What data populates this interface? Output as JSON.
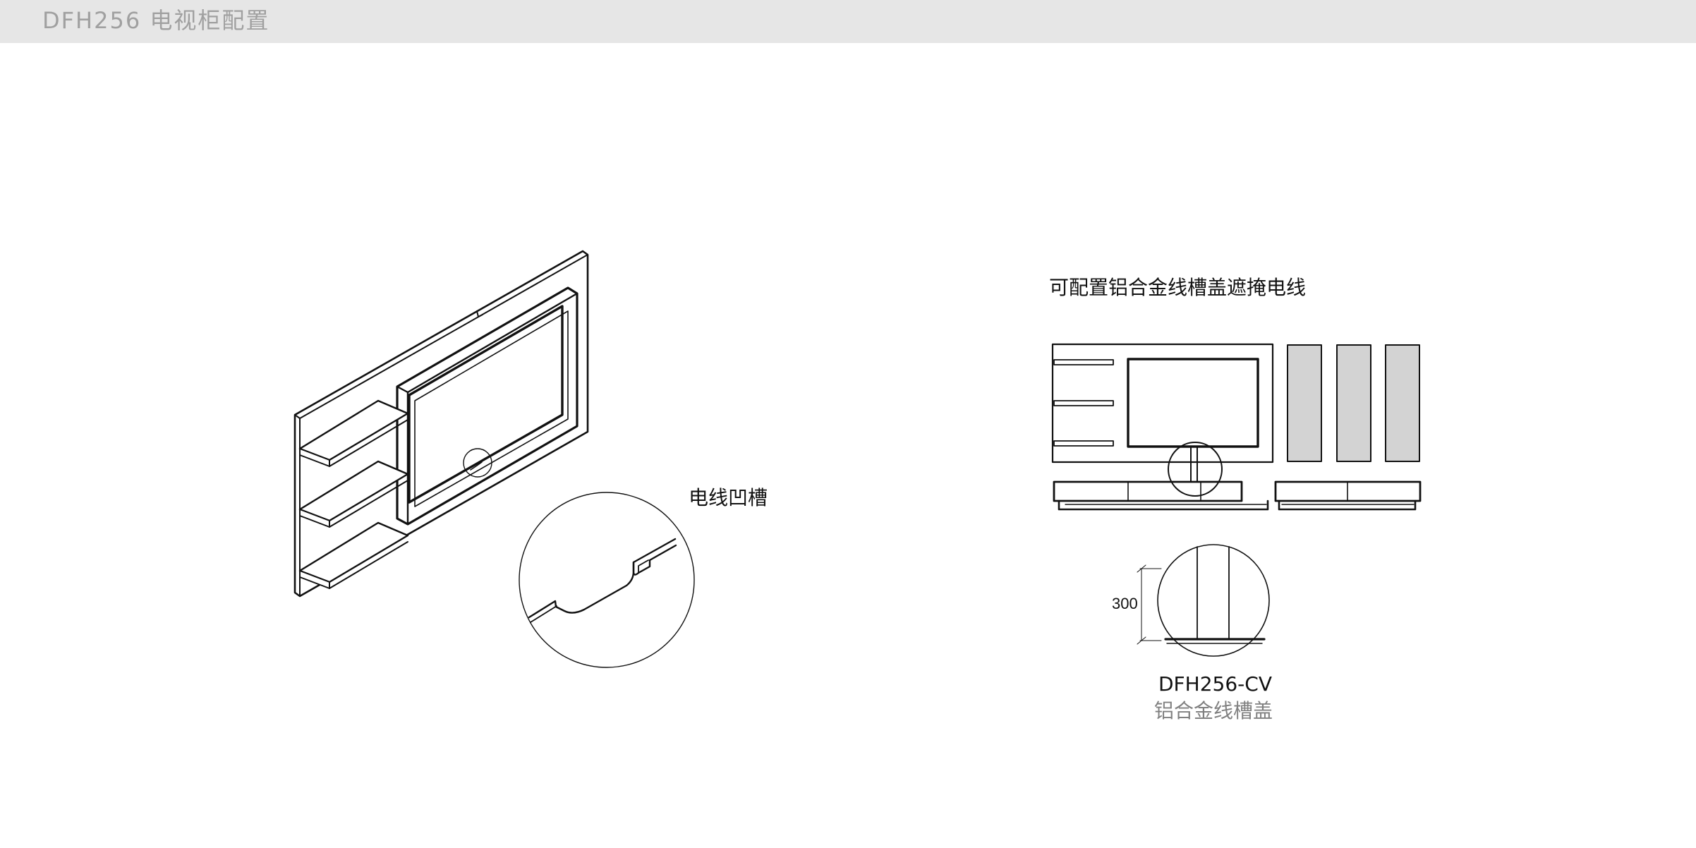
{
  "header": {
    "title": "DFH256 电视柜配置"
  },
  "left_view": {
    "groove_label": "电线凹槽"
  },
  "right_view": {
    "caption": "可配置铝合金线槽盖遮掩电线",
    "dimension": "300",
    "product_code": "DFH256-CV",
    "product_name": "铝合金线槽盖"
  },
  "colors": {
    "header_bg": "#e6e6e6",
    "header_text": "#a0a0a0",
    "line": "#111111",
    "panel_fill": "#d3d3d3",
    "sub_text": "#808080"
  }
}
